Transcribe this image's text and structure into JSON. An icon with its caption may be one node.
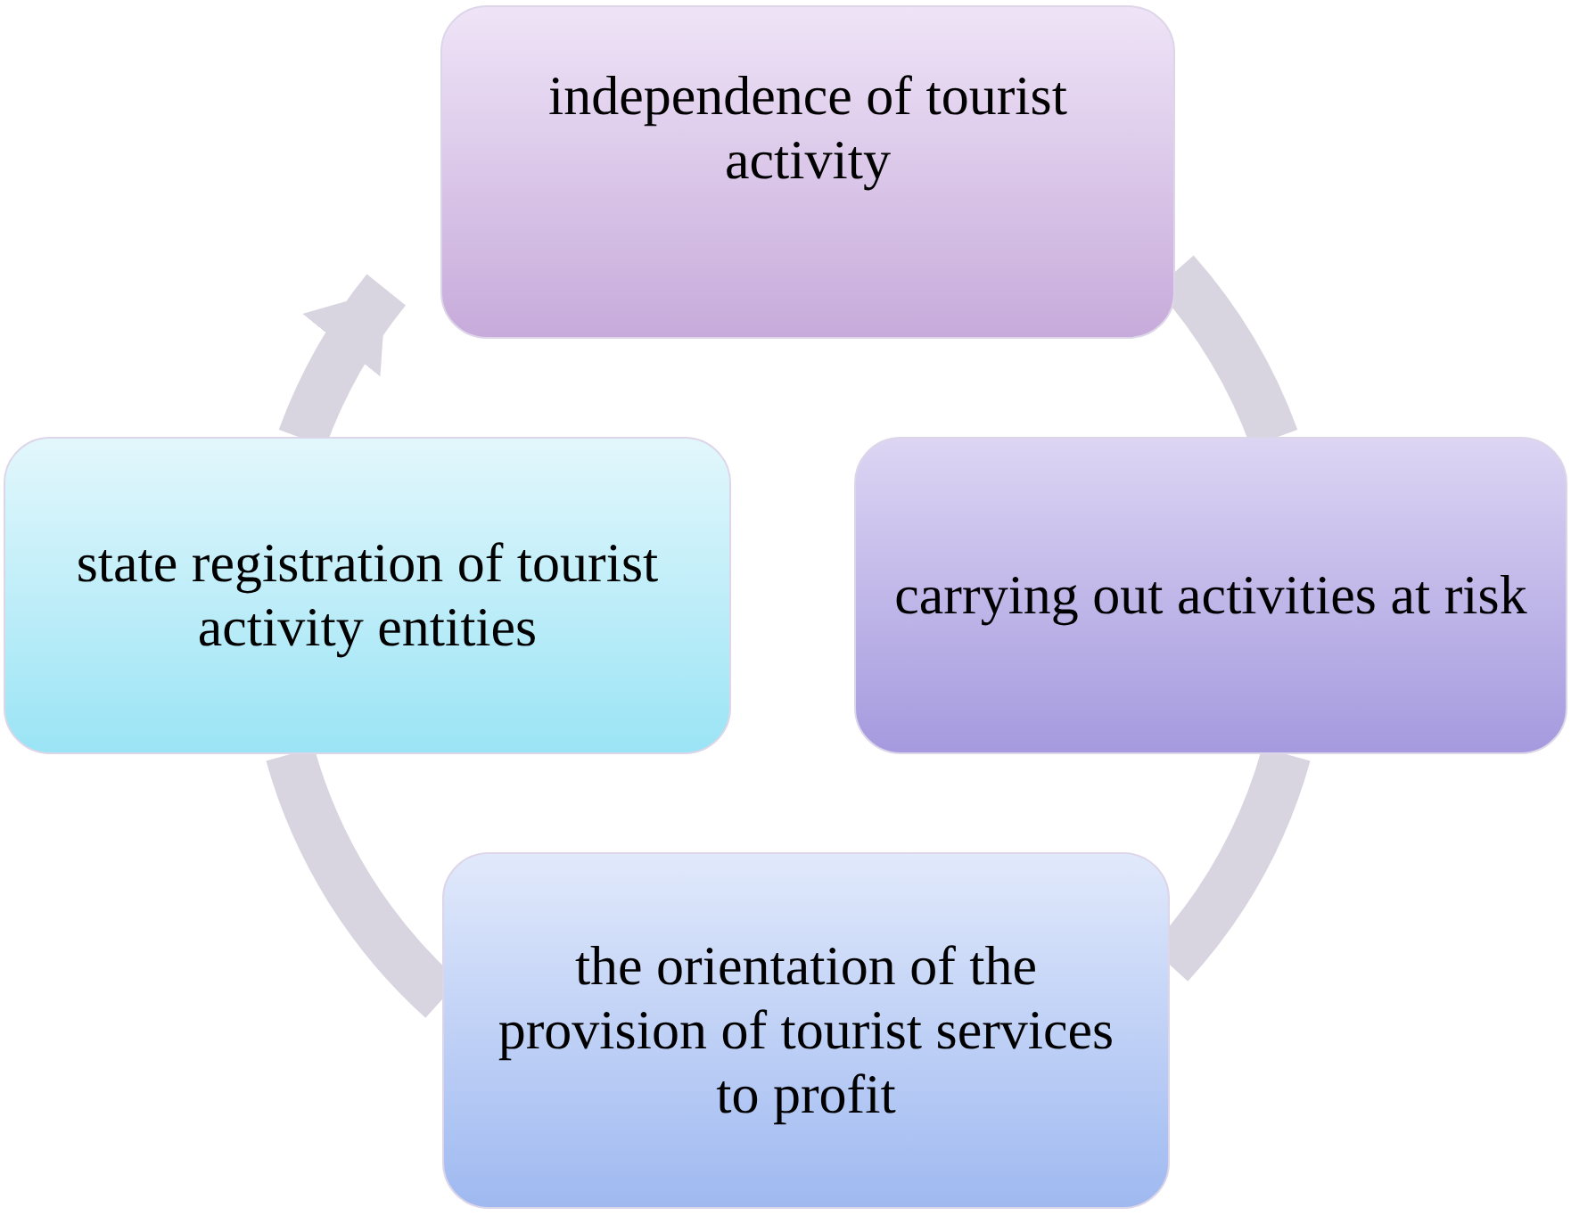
{
  "diagram": {
    "nodes": [
      {
        "text": [
          "independence of tourist activity"
        ]
      },
      {
        "text": [
          "carrying out activities at risk"
        ]
      },
      {
        "text": [
          "the orientation of the provision of tourist services to profit"
        ]
      },
      {
        "text": [
          "state registration of tourist activity entities"
        ]
      }
    ],
    "edges": [
      {
        "from": 0,
        "to": 1,
        "arrow": "none"
      },
      {
        "from": 1,
        "to": 2,
        "arrow": "none"
      },
      {
        "from": 2,
        "to": 3,
        "arrow": "none"
      },
      {
        "from": 3,
        "to": 0,
        "arrow": "to"
      }
    ]
  }
}
